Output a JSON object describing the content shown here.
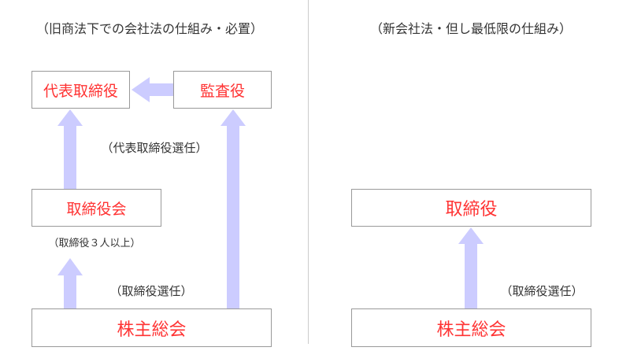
{
  "left": {
    "title": "（旧商法下での会社法の仕組み・必置）",
    "boxes": {
      "representative_director": "代表取締役",
      "auditor": "監査役",
      "board": "取締役会",
      "shareholders": "株主総会"
    },
    "labels": {
      "rep_selection": "（代表取締役選任）",
      "board_min": "（取締役３人以上）",
      "director_selection": "（取締役選任）"
    }
  },
  "right": {
    "title": "（新会社法・但し最低限の仕組み）",
    "boxes": {
      "director": "取締役",
      "shareholders": "株主総会"
    },
    "labels": {
      "director_selection": "（取締役選任）"
    }
  },
  "colors": {
    "box_text": "#ff3333",
    "arrow": "#ccccff",
    "border": "#999999"
  }
}
